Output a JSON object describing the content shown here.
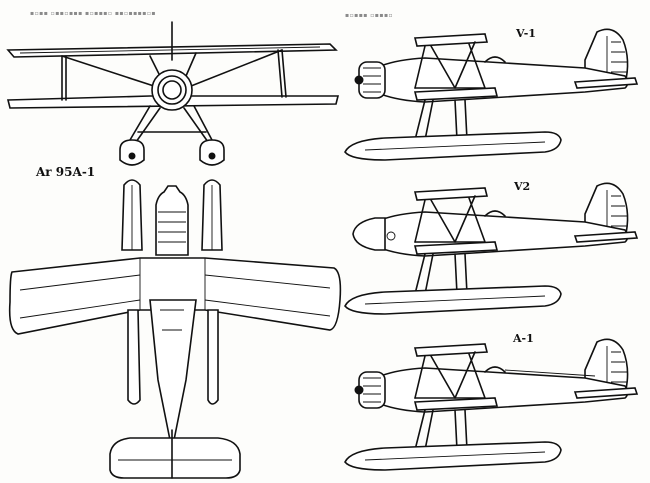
{
  "labels": {
    "front_view_title": "Ar 95A-1",
    "side_v1": "V-1",
    "side_v2": "V2",
    "side_a1": "A-1"
  }
}
